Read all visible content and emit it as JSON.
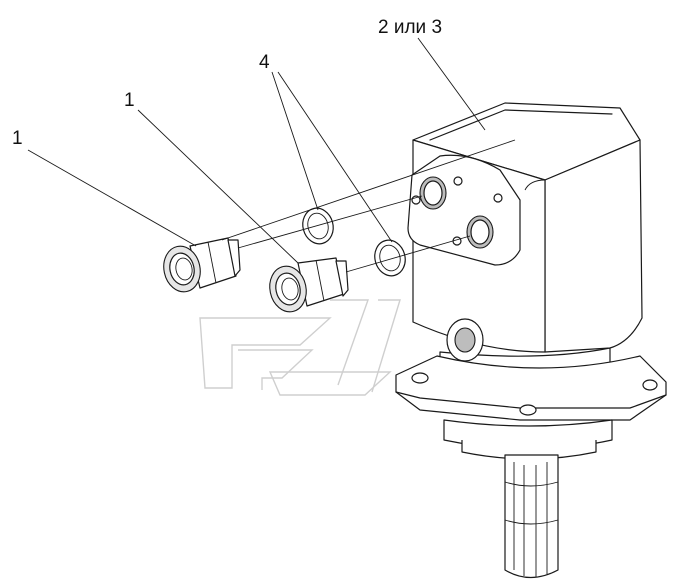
{
  "callouts": {
    "motor": "2 или 3",
    "rings": "4",
    "fitting_left": "1",
    "fitting_right": "1"
  }
}
